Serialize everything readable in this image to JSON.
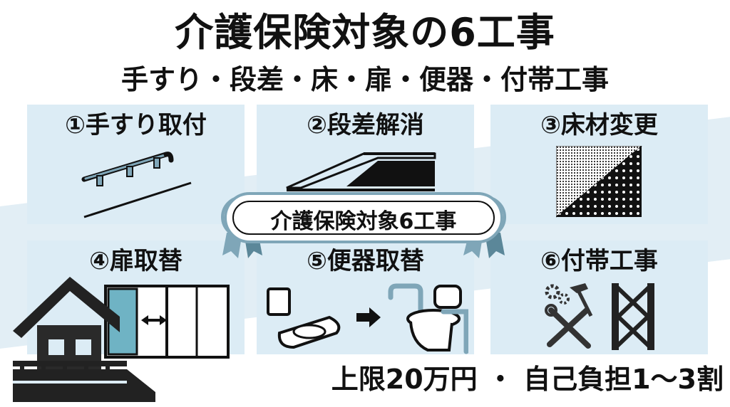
{
  "header": {
    "title": "介護保険対象の6工事",
    "subtitle": "手すり・段差・床・扉・便器・付帯工事"
  },
  "panels": [
    {
      "label": "①手すり取付",
      "icon": "handrail-icon"
    },
    {
      "label": "②段差解消",
      "icon": "slope-icon"
    },
    {
      "label": "③床材変更",
      "icon": "floor-material-icon"
    },
    {
      "label": "④扉取替",
      "icon": "sliding-door-icon"
    },
    {
      "label": "⑤便器取替",
      "icon": "toilet-replacement-icon"
    },
    {
      "label": "⑥付帯工事",
      "icon": "tools-icon"
    }
  ],
  "badge": {
    "label": "介護保険対象6工事"
  },
  "footer": {
    "note": "上限20万円 ・ 自己負担1〜3割"
  },
  "colors": {
    "panel_bg": "#dcecf5",
    "band_bg": "#e2eef5",
    "accent_blue": "#7fa6b8",
    "door_teal": "#6fb3c4",
    "ink": "#111111"
  }
}
